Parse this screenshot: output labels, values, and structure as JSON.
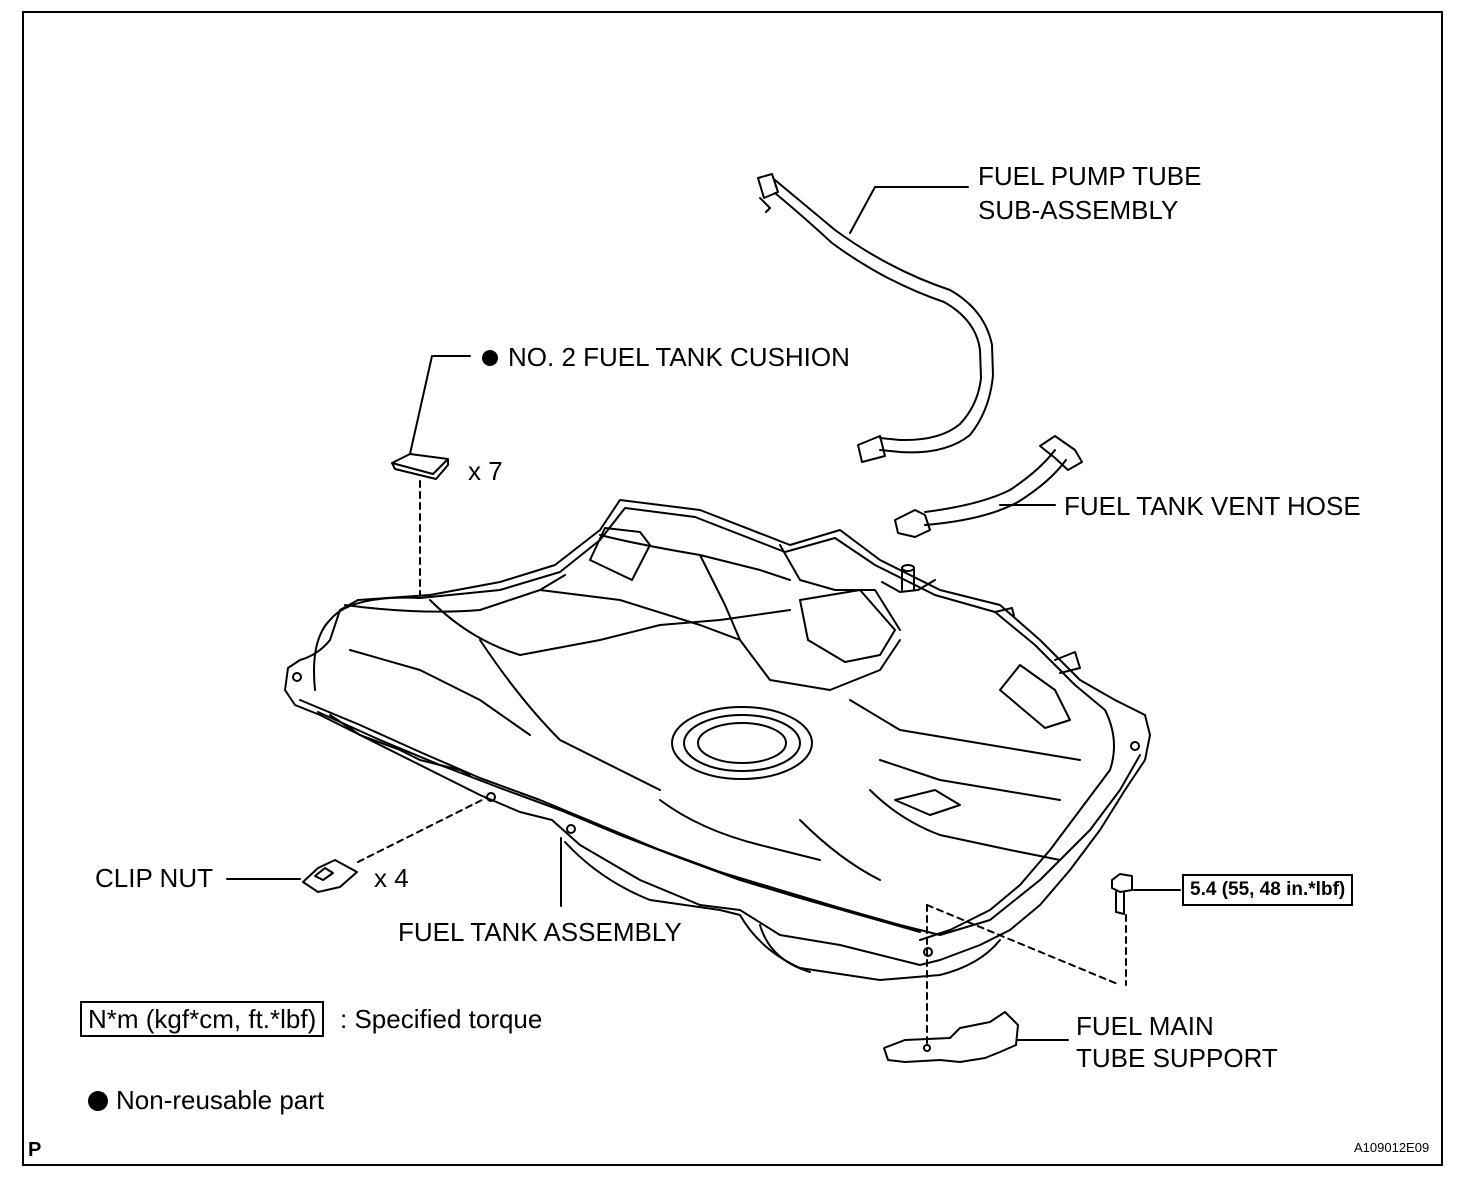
{
  "labels": {
    "fuel_pump_tube_l1": "FUEL PUMP TUBE",
    "fuel_pump_tube_l2": "SUB-ASSEMBLY",
    "cushion": "NO. 2 FUEL TANK CUSHION",
    "cushion_qty": "x 7",
    "vent_hose": "FUEL TANK VENT HOSE",
    "clip_nut": "CLIP NUT",
    "clip_nut_qty": "x 4",
    "tank_assembly": "FUEL TANK ASSEMBLY",
    "torque_value": "5.4 (55, 48 in.*lbf)",
    "main_tube_support_l1": "FUEL MAIN",
    "main_tube_support_l2": "TUBE SUPPORT"
  },
  "legend": {
    "torque_units": "N*m (kgf*cm, ft.*lbf)",
    "torque_desc": ": Specified torque",
    "non_reusable": "Non-reusable part"
  },
  "footer": {
    "corner_letter": "P",
    "figure_code": "A109012E09"
  }
}
